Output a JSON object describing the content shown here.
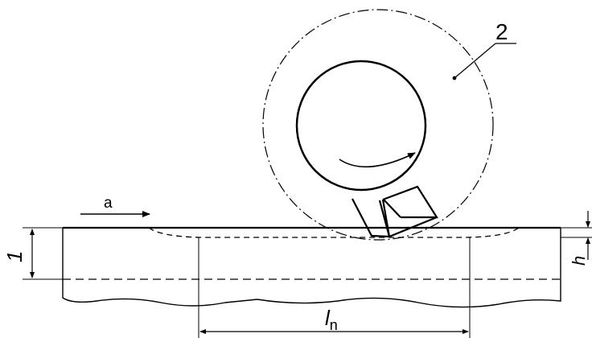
{
  "labels": {
    "feed": "a",
    "label_1": "1",
    "label_2": "2",
    "depth": "h",
    "length_main": "l",
    "length_sub": "n"
  }
}
